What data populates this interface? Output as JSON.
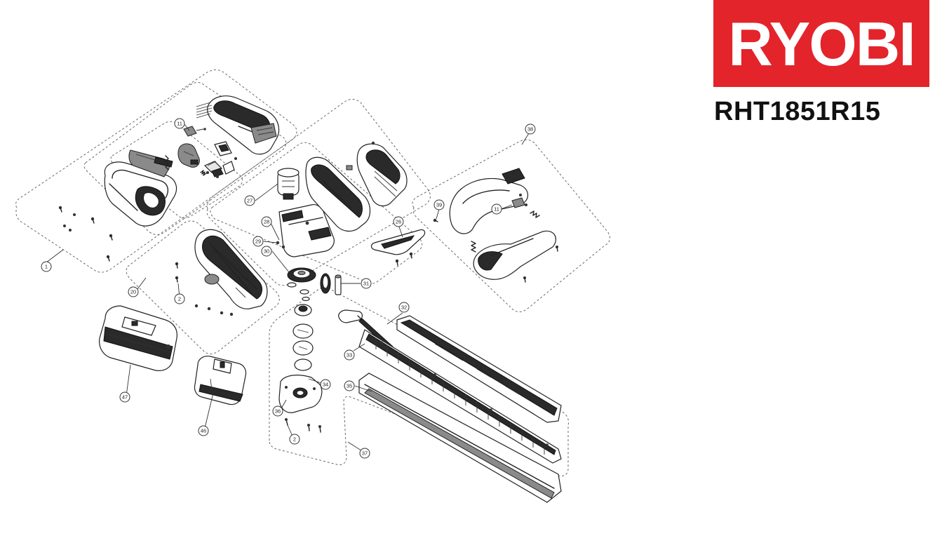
{
  "brand": {
    "logo_text": "RYOBI",
    "logo_bg_color": "#e3242b",
    "logo_fg_color": "#ffffff"
  },
  "model": {
    "number": "RHT1851R15"
  },
  "callouts": [
    {
      "id": "callout-1",
      "label": "1"
    },
    {
      "id": "callout-2a",
      "label": "2"
    },
    {
      "id": "callout-2b",
      "label": "2"
    },
    {
      "id": "callout-11a",
      "label": "11"
    },
    {
      "id": "callout-11b",
      "label": "11"
    },
    {
      "id": "callout-20",
      "label": "20"
    },
    {
      "id": "callout-26",
      "label": "26"
    },
    {
      "id": "callout-27",
      "label": "27"
    },
    {
      "id": "callout-28",
      "label": "28"
    },
    {
      "id": "callout-29",
      "label": "29"
    },
    {
      "id": "callout-30",
      "label": "30"
    },
    {
      "id": "callout-31",
      "label": "31"
    },
    {
      "id": "callout-32",
      "label": "32"
    },
    {
      "id": "callout-33",
      "label": "33"
    },
    {
      "id": "callout-34",
      "label": "34"
    },
    {
      "id": "callout-35",
      "label": "35"
    },
    {
      "id": "callout-36",
      "label": "36"
    },
    {
      "id": "callout-37",
      "label": "37"
    },
    {
      "id": "callout-38",
      "label": "38"
    },
    {
      "id": "callout-39",
      "label": "39"
    },
    {
      "id": "callout-46",
      "label": "46"
    },
    {
      "id": "callout-47",
      "label": "47"
    }
  ]
}
